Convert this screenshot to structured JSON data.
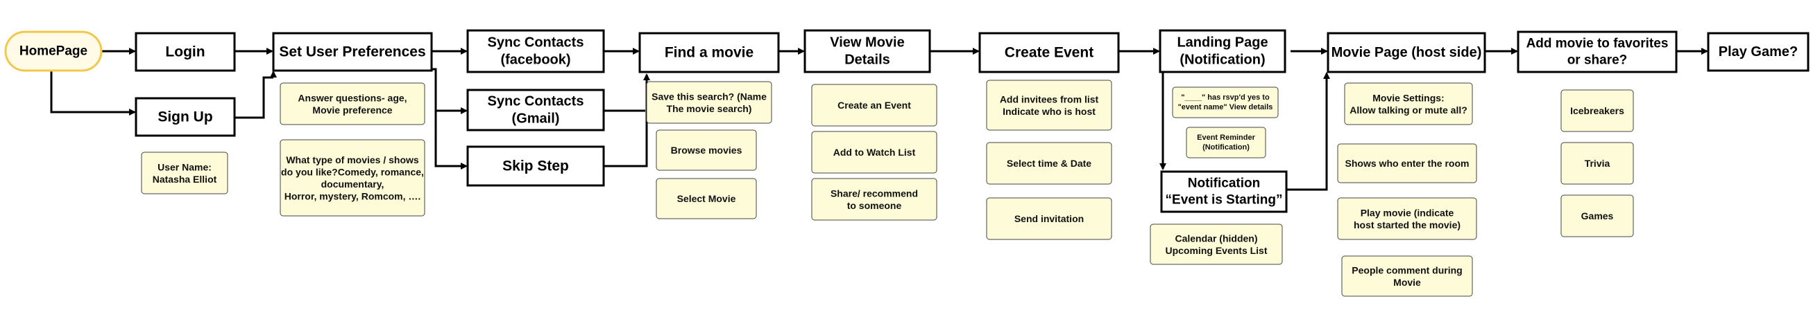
{
  "colors": {
    "stroke": "#000000",
    "note_fill": "#fdfbd8",
    "note_stroke": "#444444",
    "start_fill": "#fffbe6",
    "start_stroke": "#f2c84b",
    "main_fill": "#ffffff"
  },
  "nodes": {
    "homepage": {
      "lines": [
        "HomePage"
      ]
    },
    "login": {
      "lines": [
        "Login"
      ]
    },
    "signup": {
      "lines": [
        "Sign Up"
      ]
    },
    "username": {
      "lines": [
        "User Name:",
        "Natasha Elliot"
      ]
    },
    "set_prefs": {
      "lines": [
        "Set User Preferences"
      ]
    },
    "answer_q": {
      "lines": [
        "Answer questions- age,",
        "Movie preference"
      ]
    },
    "movie_types": {
      "lines": [
        "What type of movies / shows",
        "do you like?Comedy, romance,",
        "documentary,",
        "Horror, mystery, Romcom, …."
      ]
    },
    "sync_fb": {
      "lines": [
        "Sync Contacts",
        "(facebook)"
      ]
    },
    "sync_gmail": {
      "lines": [
        "Sync Contacts",
        "(Gmail)"
      ]
    },
    "skip": {
      "lines": [
        "Skip Step"
      ]
    },
    "find_movie": {
      "lines": [
        "Find a movie"
      ]
    },
    "save_search": {
      "lines": [
        "Save this search? (Name",
        "The movie search)"
      ]
    },
    "browse": {
      "lines": [
        "Browse movies"
      ]
    },
    "select_movie": {
      "lines": [
        "Select Movie"
      ]
    },
    "view_details": {
      "lines": [
        "View Movie",
        "Details"
      ]
    },
    "create_event_note": {
      "lines": [
        "Create an Event"
      ]
    },
    "watch_list": {
      "lines": [
        "Add to Watch List"
      ]
    },
    "share_rec": {
      "lines": [
        "Share/ recommend",
        "to someone"
      ]
    },
    "create_event": {
      "lines": [
        "Create Event"
      ]
    },
    "add_invitees": {
      "lines": [
        "Add invitees from list",
        "Indicate who is host"
      ]
    },
    "select_time": {
      "lines": [
        "Select time & Date"
      ]
    },
    "send_inv": {
      "lines": [
        "Send invitation"
      ]
    },
    "landing": {
      "lines": [
        "Landing Page",
        "(Notification)"
      ]
    },
    "rsvp": {
      "lines": [
        "\"____\" has rsvp'd yes to",
        "\"event name\" View details"
      ]
    },
    "reminder": {
      "lines": [
        "Event Reminder",
        "(Notification)"
      ]
    },
    "notification": {
      "lines": [
        "Notification",
        "“Event is Starting”"
      ]
    },
    "calendar": {
      "lines": [
        "Calendar (hidden)",
        "Upcoming Events List"
      ]
    },
    "movie_page": {
      "lines": [
        "Movie Page (host side)"
      ]
    },
    "movie_settings": {
      "lines": [
        "Movie Settings:",
        "Allow talking or mute all?"
      ]
    },
    "who_enter": {
      "lines": [
        "Shows who enter the room"
      ]
    },
    "play_movie": {
      "lines": [
        "Play movie (indicate",
        "host started the movie)"
      ]
    },
    "people_comment": {
      "lines": [
        "People comment during",
        "Movie"
      ]
    },
    "add_fav": {
      "lines": [
        "Add movie to favorites",
        "or share?"
      ]
    },
    "icebreakers": {
      "lines": [
        "Icebreakers"
      ]
    },
    "trivia": {
      "lines": [
        "Trivia"
      ]
    },
    "games": {
      "lines": [
        "Games"
      ]
    },
    "play_game": {
      "lines": [
        "Play Game?"
      ]
    }
  }
}
